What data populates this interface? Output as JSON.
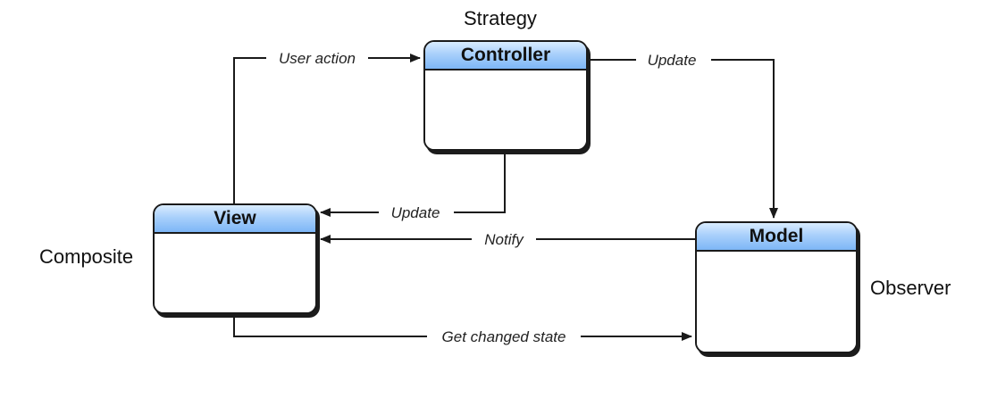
{
  "components": {
    "controller": {
      "title": "Controller",
      "pattern": "Strategy"
    },
    "view": {
      "title": "View",
      "pattern": "Composite"
    },
    "model": {
      "title": "Model",
      "pattern": "Observer"
    }
  },
  "edges": {
    "view_to_controller": "User action",
    "controller_to_model": "Update",
    "controller_to_view": "Update",
    "model_to_view": "Notify",
    "view_to_model": "Get changed state"
  },
  "colors": {
    "header_gradient_top": "#d9ecff",
    "header_gradient_bottom": "#7db6f6",
    "line": "#1a1a1a"
  }
}
